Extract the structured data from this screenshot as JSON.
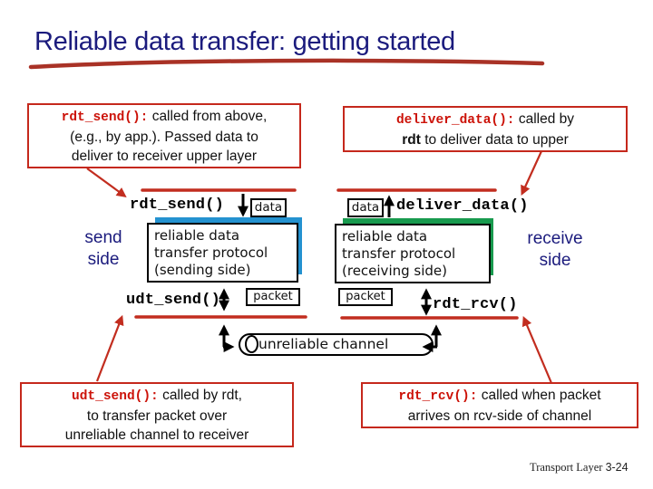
{
  "slide": {
    "title": "Reliable data transfer: getting started",
    "footer_label": "Transport Layer",
    "footer_page": "3-24"
  },
  "callouts": {
    "rdt_send": {
      "func": "rdt_send():",
      "rest1": "called from above,",
      "line2": "(e.g., by app.). Passed data to",
      "line3": "deliver to receiver upper layer"
    },
    "deliver_data": {
      "func": "deliver_data():",
      "rest1": "called by",
      "bold2": "rdt",
      "rest2": "to deliver data to upper"
    },
    "udt_send": {
      "func": "udt_send():",
      "rest1": "called by rdt,",
      "line2": "to transfer packet over",
      "line3": "unreliable channel to receiver"
    },
    "rdt_rcv": {
      "func": "rdt_rcv():",
      "rest1": "called when packet",
      "line2": "arrives on rcv-side of channel"
    }
  },
  "diagram": {
    "side_labels": {
      "send_1": "send",
      "send_2": "side",
      "receive_1": "receive",
      "receive_2": "side"
    },
    "api_labels": {
      "rdt_send": "rdt_send()",
      "udt_send": "udt_send()",
      "deliver_data": "deliver_data()",
      "rdt_rcv": "rdt_rcv()"
    },
    "send_protocol_box": [
      "reliable data",
      "transfer protocol",
      "(sending side)"
    ],
    "receive_protocol_box": [
      "reliable data",
      "transfer protocol",
      "(receiving side)"
    ],
    "data_label_send": "data",
    "data_label_receive": "data",
    "packet_label_send": "packet",
    "packet_label_receive": "packet",
    "channel_label": "unreliable channel",
    "colors": {
      "send_shadow_blue": "#2492d0",
      "receive_shadow_green": "#189a4e",
      "accent_red": "#c22d1f",
      "underline_red": "#a93226",
      "title_navy": "#1b1b7d"
    }
  }
}
